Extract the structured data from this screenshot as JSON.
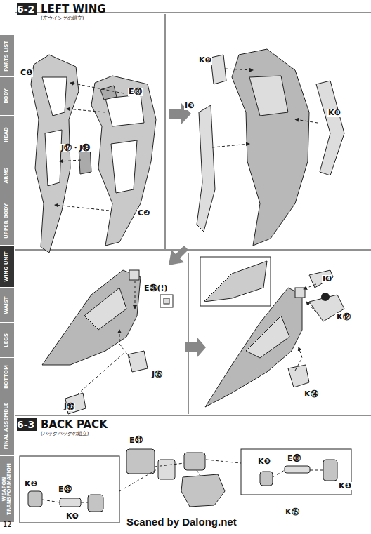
{
  "diagram": {
    "labels": [
      "6-2",
      "LEFT WING",
      "(左ウイングの組立)",
      "C❶",
      "E⑳",
      "J⑰・J⑱",
      "C❷",
      "K❾",
      "I❸",
      "K❽",
      "E㉖(!)",
      "J⑮",
      "J⑯",
      "I❹",
      "K⑫",
      "K⑭",
      "6-3",
      "BACK PACK",
      "(バックパックの組立)",
      "E㉛",
      "K❸",
      "E㉜",
      "K❶",
      "K❷",
      "E㉝",
      "K❹",
      "K⑮",
      "PARTS LIST",
      "BODY",
      "HEAD",
      "ARMS",
      "UPPER BODY",
      "WING UNIT",
      "WAIST",
      "LEGS",
      "BOTTOM",
      "FINAL ASSEMBLE",
      "WEAPON TRANSFORMATION",
      "12",
      "Scaned by Dalong.net"
    ]
  }
}
